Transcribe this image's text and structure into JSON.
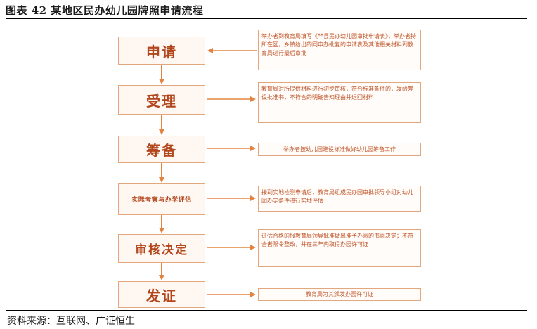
{
  "title": "图表 42  某地区民办幼儿园牌照申请流程",
  "source": "资料来源：互联网、广证恒生",
  "colors": {
    "accent": "#e4833f",
    "box_border": "#e3a77e",
    "text": "#b2461c"
  },
  "steps": [
    {
      "label": "申请",
      "note": "举办者到教育局填写《**县民办幼儿园审批申请表》，举办者持所在区，乡镇给出的同申办批复的申请表及其他相关材料到教育局进行最后审批"
    },
    {
      "label": "受理",
      "note": "教育局对所提供材料进行初步审核，符合标准条件的，发给筹设批准书，不符合的明确告知理由并退回材料"
    },
    {
      "label": "筹备",
      "note": "举办者按幼儿园建设标准做好幼儿园筹备工作"
    },
    {
      "label": "实际考察与办学评估",
      "note": "接到实地检测申请后，教育局组成民办园审批领导小组对幼儿园办学条件进行实地评估"
    },
    {
      "label": "审核决定",
      "note": "评估合格的报教育局领导批准做出准予办园的书面决定；不符合者限令整改，并在三年内取得办园许可证"
    },
    {
      "label": "发证",
      "note": "教育局为其颁发办园许可证"
    }
  ]
}
